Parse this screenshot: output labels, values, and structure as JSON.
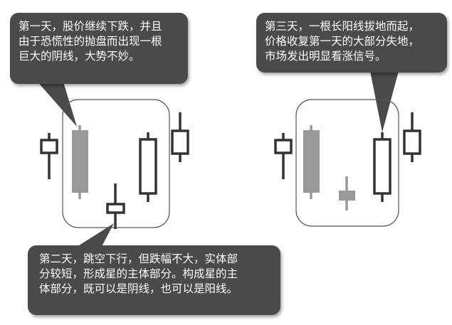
{
  "callouts": {
    "day1": [
      "第一天，股价继续下跌，并且",
      "由于恐慌性的抛盘而出现一根",
      "巨大的阴线，大势不妙。"
    ],
    "day2": [
      "第二天，跳空下行，但跌幅不大，实体部",
      "分较短，形成星的主体部分。构成星的主",
      "体部分，既可以是阴线，也可以是阳线。"
    ],
    "day3": [
      "第三天，一根长阳线拔地而起，",
      "价格收复第一天的大部分失地，",
      "市场发出明显看涨信号。"
    ]
  },
  "colors": {
    "callout_bg": "#4a4a4a",
    "callout_text": "#ffffff",
    "yang_candle": "#333333",
    "yin_candle": "#999999",
    "frame": "#555555"
  },
  "icons": [
    "candlestick-yang-icon",
    "candlestick-yin-icon",
    "candlestick-star-icon"
  ]
}
